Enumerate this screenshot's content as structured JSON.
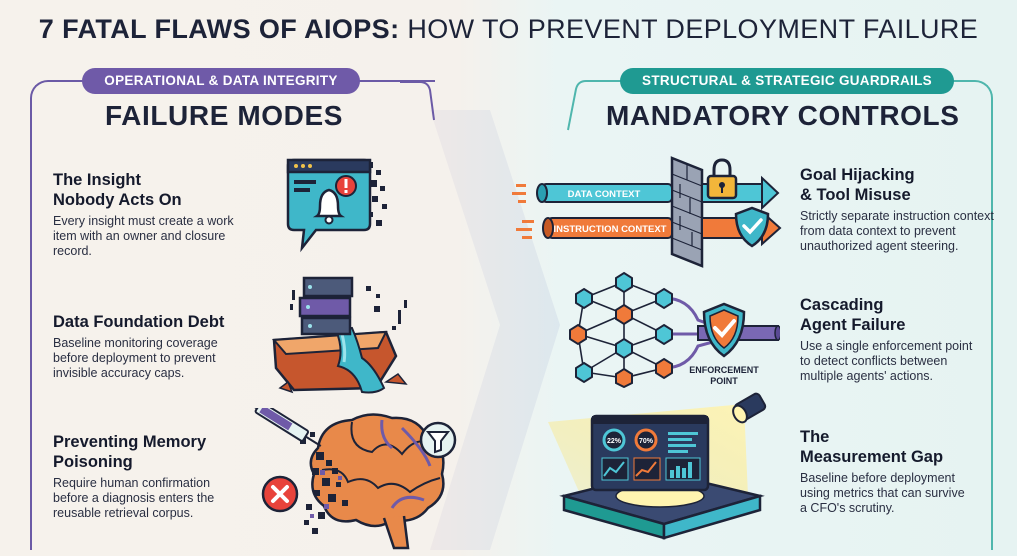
{
  "title": {
    "bold": "7 FATAL FLAWS OF AIOPS:",
    "light": " HOW TO PREVENT DEPLOYMENT FAILURE"
  },
  "left": {
    "pill": "OPERATIONAL & DATA INTEGRITY",
    "heading": "FAILURE MODES",
    "items": [
      {
        "title_lines": [
          "The Insight",
          "Nobody Acts On"
        ],
        "desc_lines": [
          "Every insight must create a work",
          "item with an owner and closure",
          "record."
        ],
        "icon": "alert-monitor-bell-icon"
      },
      {
        "title_lines": [
          "Data Foundation Debt"
        ],
        "desc_lines": [
          "Baseline monitoring coverage",
          "before deployment to prevent",
          "invisible accuracy caps."
        ],
        "icon": "crumbling-server-stack-icon"
      },
      {
        "title_lines": [
          "Preventing Memory",
          "Poisoning"
        ],
        "desc_lines": [
          "Require human confirmation",
          "before a diagnosis enters the",
          "reusable retrieval corpus."
        ],
        "icon": "poisoned-brain-icon"
      }
    ]
  },
  "right": {
    "pill": "STRUCTURAL & STRATEGIC GUARDRAILS",
    "heading": "MANDATORY CONTROLS",
    "items": [
      {
        "title_lines": [
          "Goal Hijacking",
          "& Tool Misuse"
        ],
        "desc_lines": [
          "Strictly separate instruction context",
          "from data context to prevent",
          "unauthorized agent steering."
        ],
        "icon": "separated-pipes-lock-icon"
      },
      {
        "title_lines": [
          "Cascading",
          "Agent Failure"
        ],
        "desc_lines": [
          "Use a single enforcement point",
          "to detect conflicts between",
          "multiple agents' actions."
        ],
        "icon": "agent-network-shield-icon"
      },
      {
        "title_lines": [
          "The",
          "Measurement Gap"
        ],
        "desc_lines": [
          "Baseline before deployment",
          "using metrics that can survive",
          "a CFO's scrutiny."
        ],
        "icon": "spotlight-dashboard-icon"
      }
    ]
  },
  "diagram_labels": {
    "data_context": "DATA CONTEXT",
    "instruction_context": "INSTRUCTION CONTEXT",
    "enforcement_1": "ENFORCEMENT",
    "enforcement_2": "POINT",
    "gauge_1": "22%",
    "gauge_2": "70%"
  },
  "colors": {
    "purple": "#6f5aa8",
    "teal": "#1f9a92",
    "navy": "#1d2338",
    "orange": "#f07a3a",
    "cyan": "#3fb7c9"
  }
}
